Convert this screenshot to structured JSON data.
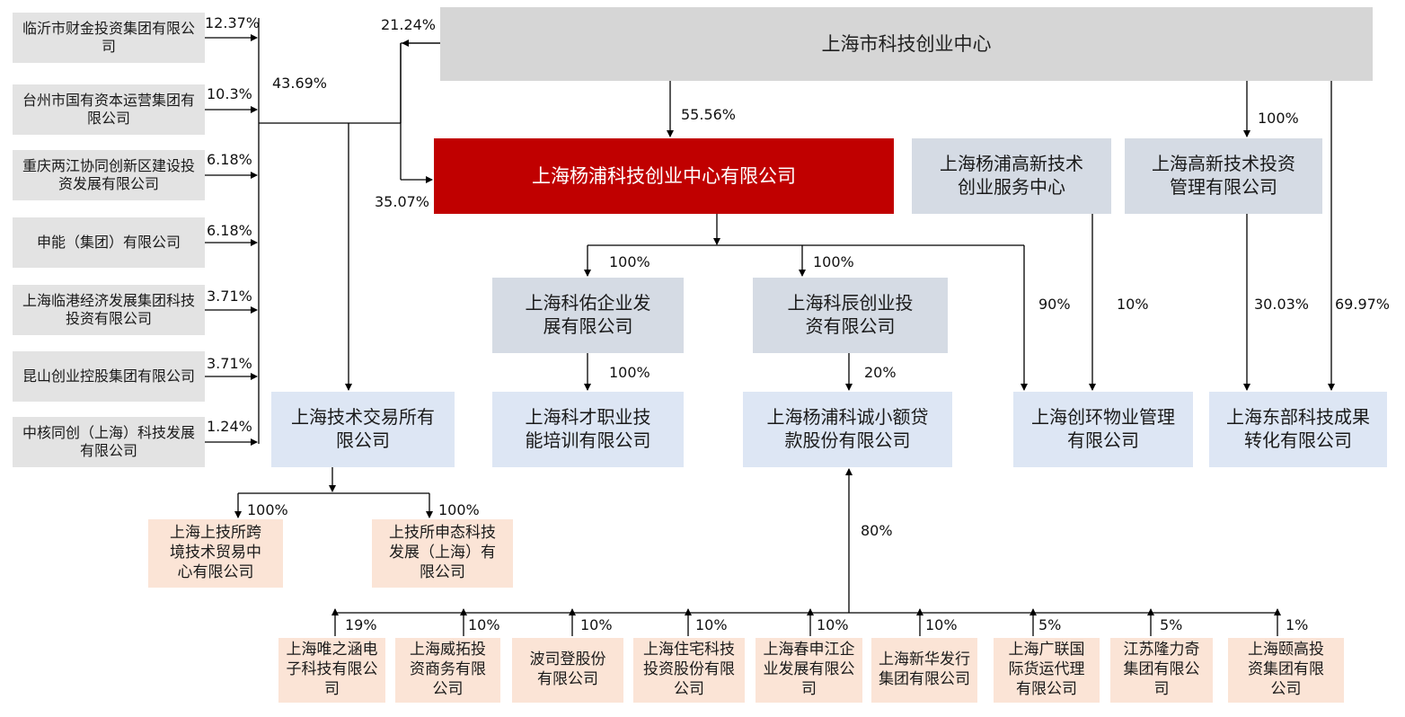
{
  "shareholders": [
    {
      "name": "临沂市财金投资集团有限公司",
      "pct": "12.37%"
    },
    {
      "name": "台州市国有资本运营集团有限公司",
      "pct": "10.3%"
    },
    {
      "name": "重庆两江协同创新区建设投资发展有限公司",
      "pct": "6.18%"
    },
    {
      "name": "申能（集团）有限公司",
      "pct": "6.18%"
    },
    {
      "name": "上海临港经济发展集团科技投资有限公司",
      "pct": "3.71%"
    },
    {
      "name": "昆山创业控股集团有限公司",
      "pct": "3.71%"
    },
    {
      "name": "中核同创（上海）科技发展有限公司",
      "pct": "1.24%"
    }
  ],
  "top_center": {
    "name": "上海市科技创业中心"
  },
  "main_company": {
    "name": "上海杨浦科技创业中心有限公司"
  },
  "yangpu_service": {
    "name": "上海杨浦高新技术创业服务中心"
  },
  "hitech_invest": {
    "name": "上海高新技术投资管理有限公司"
  },
  "keyou": {
    "name": "上海科佑企业发展有限公司"
  },
  "kechen": {
    "name": "上海科辰创业投资有限公司"
  },
  "kecai": {
    "name": "上海科才职业技能培训有限公司"
  },
  "kecheng": {
    "name": "上海杨浦科诚小额贷款股份有限公司"
  },
  "tech_exchange": {
    "name": "上海技术交易所有限公司"
  },
  "chuanghuan": {
    "name": "上海创环物业管理有限公司"
  },
  "dongbu": {
    "name": "上海东部科技成果转化有限公司"
  },
  "exchange_subs": [
    {
      "name": "上海上技所跨境技术贸易中心有限公司",
      "pct": "100%"
    },
    {
      "name": "上技所申态科技发展（上海）有限公司",
      "pct": "100%"
    }
  ],
  "kecheng_holders": [
    {
      "name": "上海唯之涵电子科技有限公司",
      "pct": "19%"
    },
    {
      "name": "上海威拓投资商务有限公司",
      "pct": "10%"
    },
    {
      "name": "波司登股份有限公司",
      "pct": "10%"
    },
    {
      "name": "上海住宅科技投资股份有限公司",
      "pct": "10%"
    },
    {
      "name": "上海春申江企业发展有限公司",
      "pct": "10%"
    },
    {
      "name": "上海新华发行集团有限公司",
      "pct": "10%"
    },
    {
      "name": "上海广联国际货运代理有限公司",
      "pct": "5%"
    },
    {
      "name": "江苏隆力奇集团有限公司",
      "pct": "5%"
    },
    {
      "name": "上海颐高投资集团有限公司",
      "pct": "1%"
    }
  ],
  "edges": {
    "shareholders_total": "43.69%",
    "center_to_exchange": "21.24%",
    "main_to_exchange": "35.07%",
    "center_to_main": "55.56%",
    "center_to_hitech": "100%",
    "main_to_keyou": "100%",
    "main_to_kechen": "100%",
    "keyou_to_kecai": "100%",
    "kechen_to_kecheng": "20%",
    "holders_to_kecheng": "80%",
    "main_to_chuanghuan": "90%",
    "service_to_chuanghuan": "10%",
    "hitech_to_dongbu": "30.03%",
    "center_to_dongbu": "69.97%"
  },
  "colors": {
    "main_red": "#c00000",
    "shareholder_gray": "#e3e3e3",
    "top_gray": "#d6d6d6",
    "blue_gray": "#d5dbe4",
    "light_blue": "#dde6f4",
    "peach": "#fbe4d6",
    "line": "#000000"
  }
}
